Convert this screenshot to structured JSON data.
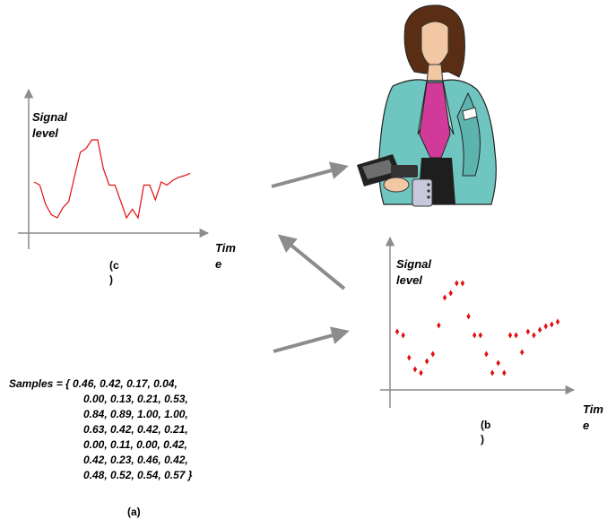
{
  "graph_c": {
    "ylabel": "Signal\nlevel",
    "xlabel": "Tim\ne",
    "caption": "(c\n)"
  },
  "graph_b": {
    "ylabel": "Signal\nlevel",
    "xlabel": "Tim\ne",
    "caption": "(b\n)"
  },
  "samples": {
    "prefix": "Samples = { ",
    "lines": [
      "0.46, 0.42, 0.17, 0.04,",
      "0.00, 0.13, 0.21, 0.53,",
      "0.84, 0.89, 1.00, 1.00,",
      "0.63, 0.42, 0.42, 0.21,",
      "0.00, 0.11, 0.00, 0.42,",
      "0.42, 0.23, 0.46, 0.42,",
      "0.48, 0.52, 0.54, 0.57 }"
    ],
    "caption": "(a)"
  },
  "colors": {
    "signal": "#e01010",
    "arrow": "#8c8c8c",
    "axis": "#8c8c8c"
  },
  "chart_data": [
    {
      "type": "line",
      "panel": "c",
      "values": [
        0.46,
        0.42,
        0.17,
        0.04,
        0.0,
        0.13,
        0.21,
        0.53,
        0.84,
        0.89,
        1.0,
        1.0,
        0.63,
        0.42,
        0.42,
        0.21,
        0.0,
        0.11,
        0.0,
        0.42,
        0.42,
        0.23,
        0.46,
        0.42,
        0.48,
        0.52,
        0.54,
        0.57
      ],
      "ylim": [
        0,
        1
      ]
    },
    {
      "type": "scatter",
      "panel": "b",
      "values": [
        0.46,
        0.42,
        0.17,
        0.04,
        0.0,
        0.13,
        0.21,
        0.53,
        0.84,
        0.89,
        1.0,
        1.0,
        0.63,
        0.42,
        0.42,
        0.21,
        0.0,
        0.11,
        0.0,
        0.42,
        0.42,
        0.23,
        0.46,
        0.42,
        0.48,
        0.52,
        0.54,
        0.57
      ],
      "ylim": [
        0,
        1
      ]
    }
  ]
}
